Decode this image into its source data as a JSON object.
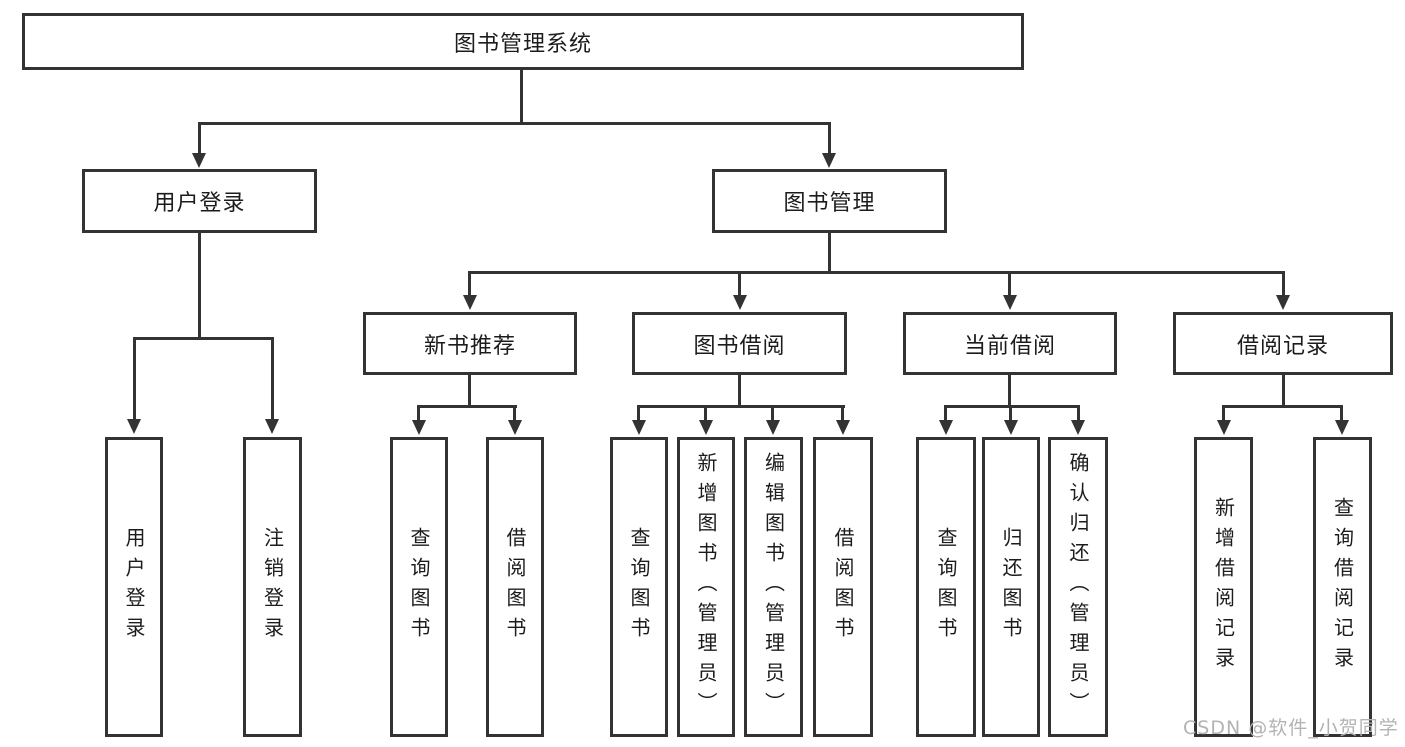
{
  "diagram_title": "图书管理系统",
  "tree": {
    "label": "图书管理系统",
    "children": [
      {
        "label": "用户登录",
        "children": [
          {
            "label": "用户登录"
          },
          {
            "label": "注销登录"
          }
        ]
      },
      {
        "label": "图书管理",
        "children": [
          {
            "label": "新书推荐",
            "children": [
              {
                "label": "查询图书"
              },
              {
                "label": "借阅图书"
              }
            ]
          },
          {
            "label": "图书借阅",
            "children": [
              {
                "label": "查询图书"
              },
              {
                "label": "新增图书（管理员）"
              },
              {
                "label": "编辑图书（管理员）"
              },
              {
                "label": "借阅图书"
              }
            ]
          },
          {
            "label": "当前借阅",
            "children": [
              {
                "label": "查询图书"
              },
              {
                "label": "归还图书"
              },
              {
                "label": "确认归还（管理员）"
              }
            ]
          },
          {
            "label": "借阅记录",
            "children": [
              {
                "label": "新增借阅记录"
              },
              {
                "label": "查询借阅记录"
              }
            ]
          }
        ]
      }
    ]
  },
  "watermark": {
    "text": "CSDN @软件_小贺同学"
  },
  "colors": {
    "border": "#333333",
    "line": "#333333",
    "text": "#1c1c1c",
    "background": "#ffffff",
    "watermark": "#b3b3b3"
  }
}
